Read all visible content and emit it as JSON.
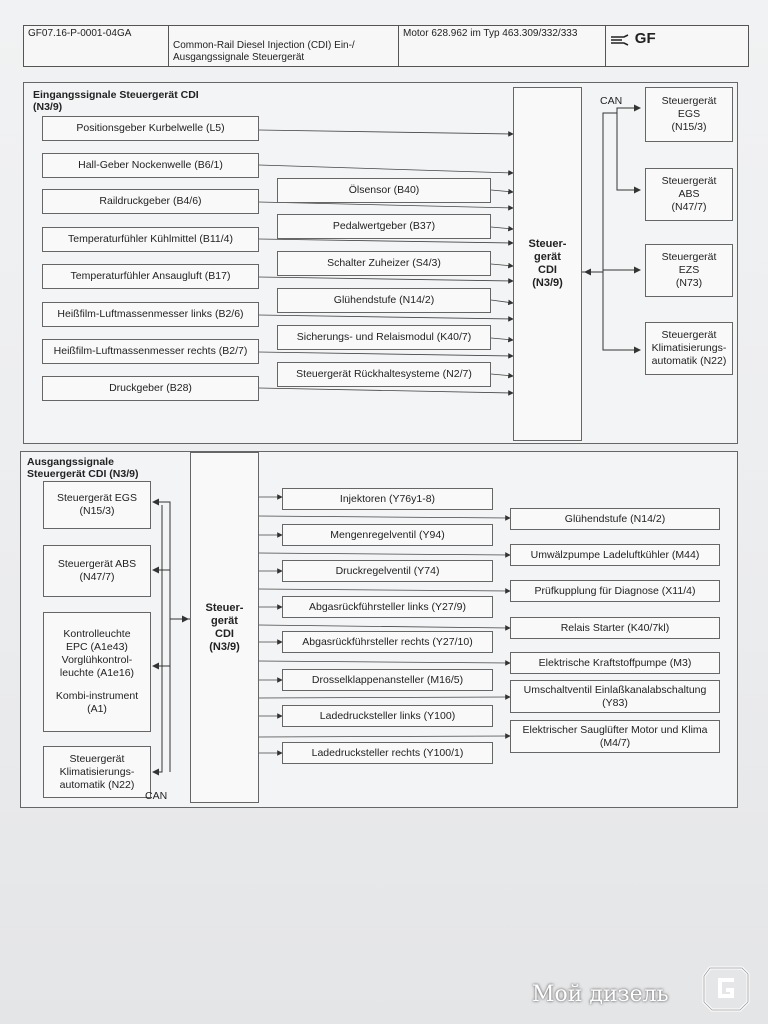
{
  "header": {
    "doc_id": "GF07.16-P-0001-04GA",
    "title": "Common-Rail Diesel Injection (CDI) Ein-/\nAusgangssignale Steuergerät",
    "engine": "Motor 628.962 im Typ 463.309/332/333",
    "logo_text": "GF"
  },
  "inputs_section": {
    "title": "Eingangssignale Steuergerät CDI\n(N3/9)",
    "left_sensors": [
      "Positionsgeber Kurbelwelle (L5)",
      "Hall-Geber Nockenwelle (B6/1)",
      "Raildruckgeber (B4/6)",
      "Temperaturfühler Kühlmittel (B11/4)",
      "Temperaturfühler Ansaugluft (B17)",
      "Heißfilm-Luftmassenmesser links (B2/6)",
      "Heißfilm-Luftmassenmesser rechts (B2/7)",
      "Druckgeber (B28)"
    ],
    "mid_sensors": [
      "Ölsensor (B40)",
      "Pedalwertgeber (B37)",
      "Schalter Zuheizer (S4/3)",
      "Glühendstufe (N14/2)",
      "Sicherungs- und Relaismodul (K40/7)",
      "Steuergerät Rückhaltesysteme (N2/7)"
    ],
    "ecu_label": "Steuer-\ngerät\nCDI\n(N3/9)",
    "can_label": "CAN",
    "can_units": [
      "Steuergerät EGS\n(N15/3)",
      "Steuergerät ABS\n(N47/7)",
      "Steuergerät EZS\n(N73)",
      "Steuergerät\nKlimatisierungs-\nautomatik (N22)"
    ]
  },
  "outputs_section": {
    "title": "Ausgangssignale\nSteuergerät CDI (N3/9)",
    "ecu_label": "Steuer-\ngerät\nCDI\n(N3/9)",
    "can_label": "CAN",
    "left_units": [
      "Steuergerät EGS\n(N15/3)",
      "Steuergerät ABS\n(N47/7)",
      "Steuergerät\nKlimatisierungs-\nautomatik (N22)"
    ],
    "cluster": {
      "line1": "Kontrolleuchte\nEPC (A1e43)\nVorglühkontrol-\nleuchte (A1e16)",
      "line2": "Kombi-instrument\n(A1)"
    },
    "actuators_left": [
      "Injektoren (Y76y1-8)",
      "Mengenregelventil (Y94)",
      "Druckregelventil (Y74)",
      "Abgasrückführsteller links (Y27/9)",
      "Abgasrückführsteller rechts (Y27/10)",
      "Drosselklappenansteller (M16/5)",
      "Ladedrucksteller links (Y100)",
      "Ladedrucksteller rechts (Y100/1)"
    ],
    "actuators_right": [
      "Glühendstufe (N14/2)",
      "Umwälzpumpe Ladeluftkühler (M44)",
      "Prüfkupplung für Diagnose (X11/4)",
      "Relais Starter (K40/7kl)",
      "Elektrische Kraftstoffpumpe (M3)",
      "Umschaltventil Einlaßkanalabschaltung\n(Y83)",
      "Elektrischer Sauglüfter Motor und Klima\n(M4/7)"
    ]
  },
  "watermark": "Мой дизель"
}
